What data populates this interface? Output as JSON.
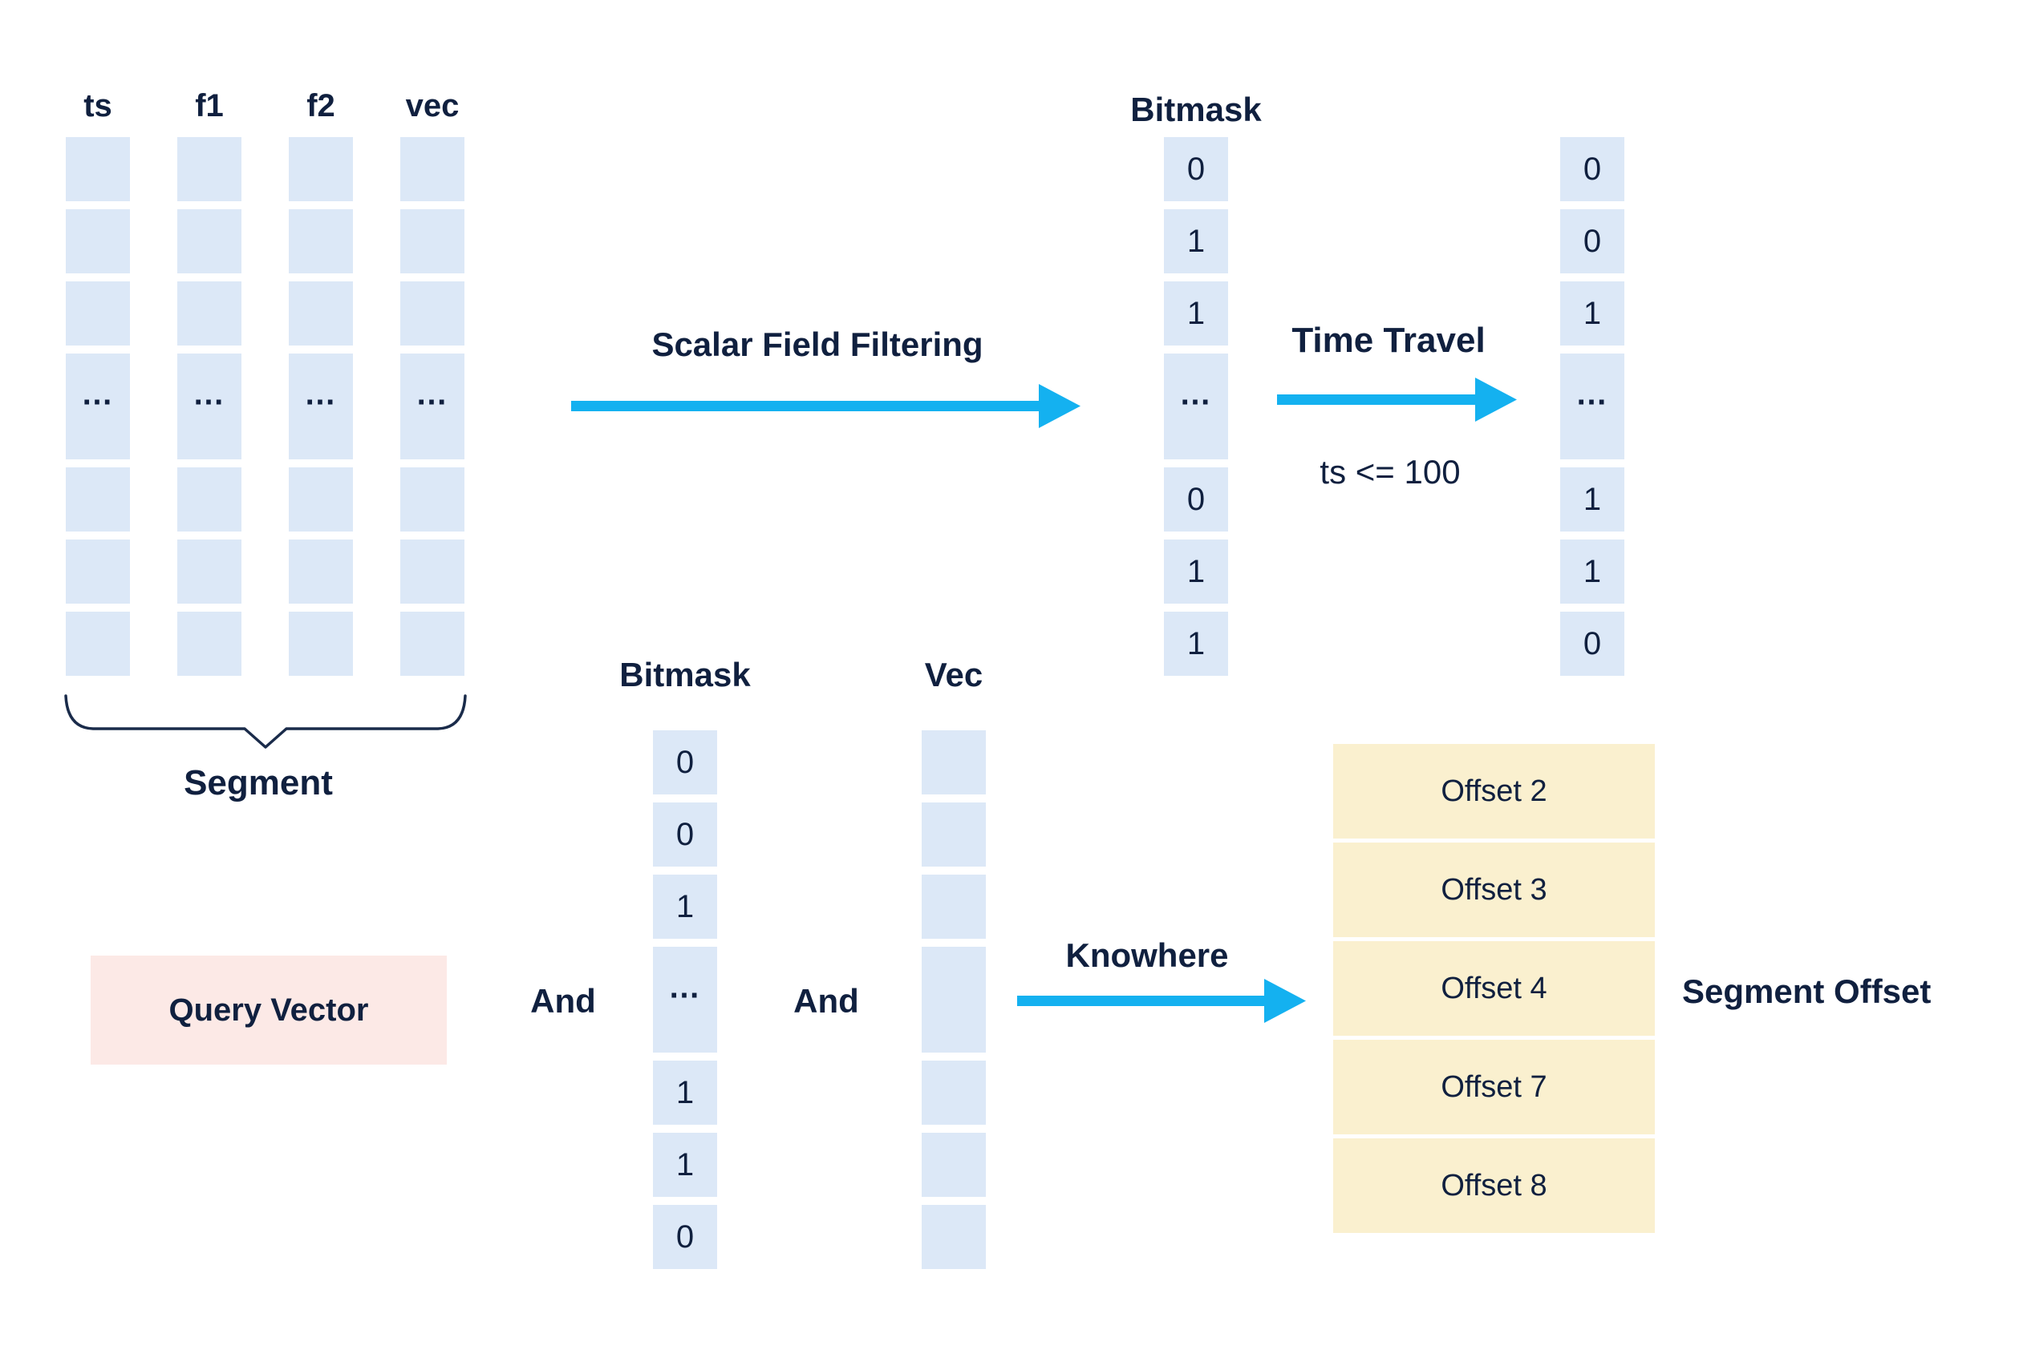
{
  "colors": {
    "cell_blue": "#dce8f7",
    "navy_text": "#10203f",
    "arrow_blue": "#14b1f0",
    "query_pink": "#fce9e6",
    "offset_yellow": "#faf0cf",
    "background": "#ffffff"
  },
  "segment": {
    "brace_label": "Segment",
    "columns": [
      {
        "label": "ts",
        "tall_row": 3,
        "cells": [
          "",
          "",
          "",
          "…",
          "",
          "",
          ""
        ]
      },
      {
        "label": "f1",
        "tall_row": 3,
        "cells": [
          "",
          "",
          "",
          "…",
          "",
          "",
          ""
        ]
      },
      {
        "label": "f2",
        "tall_row": 3,
        "cells": [
          "",
          "",
          "",
          "…",
          "",
          "",
          ""
        ]
      },
      {
        "label": "vec",
        "tall_row": 3,
        "cells": [
          "",
          "",
          "",
          "…",
          "",
          "",
          ""
        ]
      }
    ]
  },
  "scalar_filtering": {
    "title": "Scalar Field Filtering"
  },
  "bitmask_top": {
    "label": "Bitmask",
    "column": {
      "tall_row": 3,
      "cells": [
        "0",
        "1",
        "1",
        "…",
        "0",
        "1",
        "1"
      ]
    }
  },
  "time_travel": {
    "title": "Time Travel",
    "condition": "ts <= 100"
  },
  "bitmask_after_travel": {
    "column": {
      "tall_row": 3,
      "cells": [
        "0",
        "0",
        "1",
        "…",
        "1",
        "1",
        "0"
      ]
    }
  },
  "bottom": {
    "query_vector_label": "Query Vector",
    "and_left": "And",
    "and_right": "And",
    "bitmask": {
      "label": "Bitmask",
      "column": {
        "tall_row": 3,
        "cells": [
          "0",
          "0",
          "1",
          "…",
          "1",
          "1",
          "0"
        ]
      }
    },
    "vec": {
      "label": "Vec",
      "column": {
        "tall_row": 3,
        "cells": [
          "",
          "",
          "",
          "",
          "",
          "",
          ""
        ]
      }
    },
    "knowhere_label": "Knowhere"
  },
  "segment_offset": {
    "label": "Segment Offset",
    "offsets": [
      "Offset 2",
      "Offset 3",
      "Offset 4",
      "Offset 7",
      "Offset 8"
    ]
  }
}
